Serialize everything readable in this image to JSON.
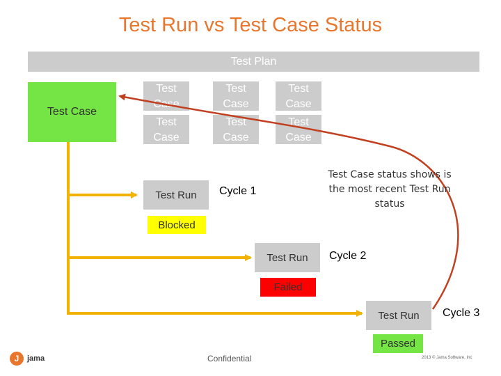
{
  "title": "Test Run vs Test Case Status",
  "test_plan_label": "Test Plan",
  "source_test_case": "Test Case",
  "grid": [
    [
      "Test",
      "Case"
    ],
    [
      "Test",
      "Case"
    ],
    [
      "Test",
      "Case"
    ],
    [
      "Test",
      "Case"
    ],
    [
      "Test",
      "Case"
    ],
    [
      "Test",
      "Case"
    ]
  ],
  "runs": [
    {
      "label": "Test Run",
      "cycle": "Cycle 1",
      "status": "Blocked",
      "status_color": "#ffff00",
      "status_text_color": "#333333"
    },
    {
      "label": "Test Run",
      "cycle": "Cycle 2",
      "status": "Failed",
      "status_color": "#ff0000",
      "status_text_color": "#333333"
    },
    {
      "label": "Test Run",
      "cycle": "Cycle 3",
      "status": "Passed",
      "status_color": "#74e544",
      "status_text_color": "#333333"
    }
  ],
  "note": "Test Case status shows is the most recent Test Run status",
  "footer": {
    "logo_mark": "J",
    "logo_text": "jama",
    "confidential": "Confidential",
    "copyright": "2013 © Jama Software, Inc"
  },
  "colors": {
    "title": "#e8762d",
    "arrow": "#f2b300",
    "curve": "#c04020",
    "grey_box": "#cccccc",
    "green": "#74e544"
  }
}
